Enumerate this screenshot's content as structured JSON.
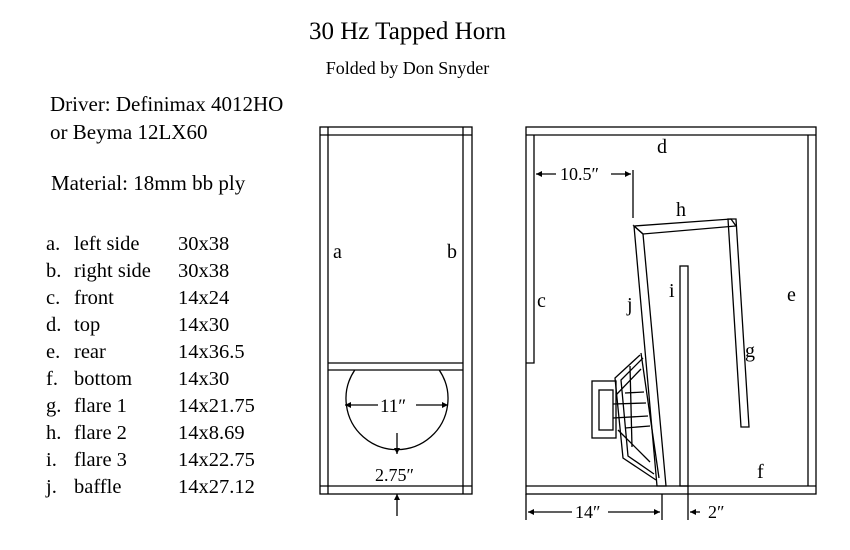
{
  "title": "30 Hz Tapped Horn",
  "subtitle": "Folded by Don Snyder",
  "driver": [
    "Driver: Definimax 4012HO",
    "or Beyma 12LX60"
  ],
  "material": "Material: 18mm bb ply",
  "parts": [
    {
      "key": "a.",
      "name": "left side",
      "dim": "30x38"
    },
    {
      "key": "b.",
      "name": "right side",
      "dim": "30x38"
    },
    {
      "key": "c.",
      "name": "front",
      "dim": "14x24"
    },
    {
      "key": "d.",
      "name": "top",
      "dim": "14x30"
    },
    {
      "key": "e.",
      "name": "rear",
      "dim": "14x36.5"
    },
    {
      "key": "f.",
      "name": "bottom",
      "dim": "14x30"
    },
    {
      "key": "g.",
      "name": "flare 1",
      "dim": "14x21.75"
    },
    {
      "key": "h.",
      "name": "flare 2",
      "dim": "14x8.69"
    },
    {
      "key": "i.",
      "name": "flare 3",
      "dim": "14x22.75"
    },
    {
      "key": "j.",
      "name": "baffle",
      "dim": "14x27.12"
    }
  ],
  "front_view": {
    "label_a": "a",
    "label_b": "b",
    "dim_cutout": "11″",
    "dim_offset": "2.75″"
  },
  "side_view": {
    "label_c": "c",
    "label_d": "d",
    "label_e": "e",
    "label_f": "f",
    "label_g": "g",
    "label_h": "h",
    "label_i": "i",
    "label_j": "j",
    "dim_top": "10.5″",
    "dim_bottom": "14″",
    "dim_gap": "2″"
  }
}
